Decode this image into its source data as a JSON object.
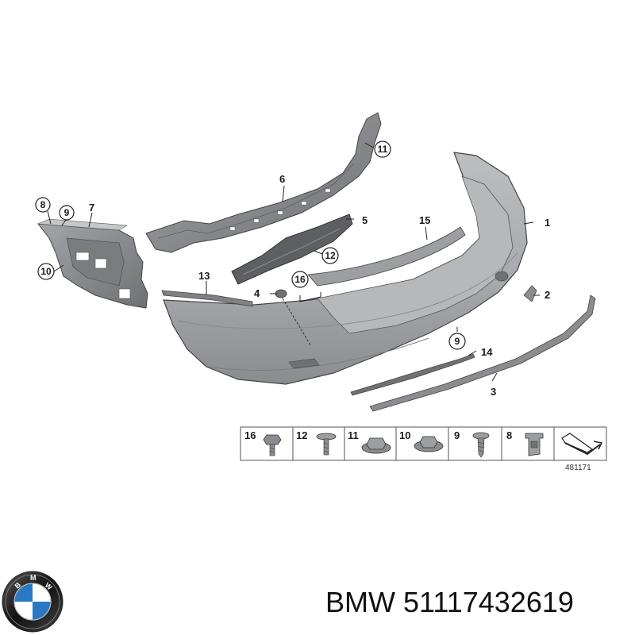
{
  "parts": [
    {
      "num": "1"
    },
    {
      "num": "2"
    },
    {
      "num": "3"
    },
    {
      "num": "4"
    },
    {
      "num": "5"
    },
    {
      "num": "6"
    },
    {
      "num": "7"
    },
    {
      "num": "8"
    },
    {
      "num": "9"
    },
    {
      "num": "10"
    },
    {
      "num": "11"
    },
    {
      "num": "12"
    },
    {
      "num": "13"
    },
    {
      "num": "14"
    },
    {
      "num": "15"
    },
    {
      "num": "16"
    }
  ],
  "fastener_strip": {
    "items": [
      "16",
      "12",
      "11",
      "10",
      "9",
      "8"
    ]
  },
  "diagram_code": "481171",
  "caption": {
    "brand": "BMW",
    "part_number": "51117432619"
  },
  "colors": {
    "bumper_fill": "#a9abad",
    "bumper_dark": "#7f8184",
    "bracket_fill": "#8e9093",
    "outline": "#444444"
  },
  "logo": {
    "icon": "bmw-roundel-icon",
    "letters": "BMW"
  }
}
